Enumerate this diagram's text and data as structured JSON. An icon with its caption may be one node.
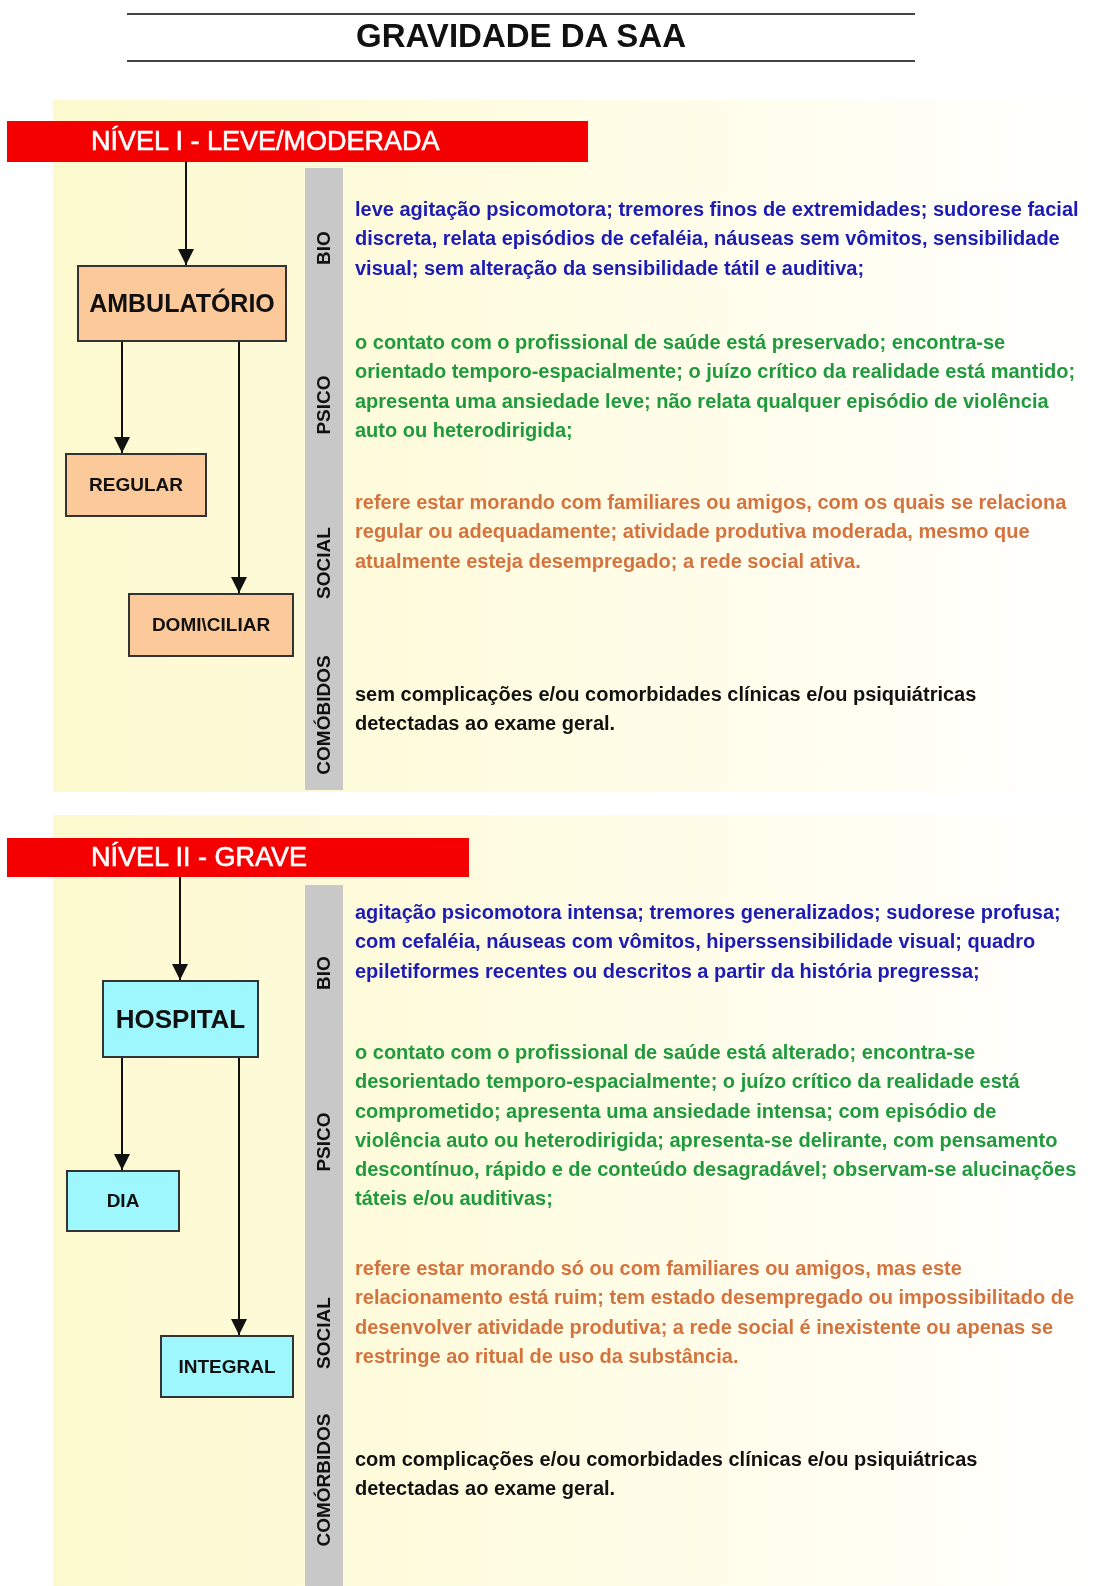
{
  "diagram": {
    "title": "GRAVIDADE DA SAA",
    "nodes": [
      {
        "text": [
          "NÍVEL I - LEVE/MODERADA"
        ]
      },
      {
        "text": [
          "AMBULATÓRIO"
        ]
      },
      {
        "text": [
          "REGULAR"
        ]
      },
      {
        "text": [
          "DOMI\\CILIAR"
        ]
      },
      {
        "text": [
          "NÍVEL II - GRAVE"
        ]
      },
      {
        "text": [
          "HOSPITAL"
        ]
      },
      {
        "text": [
          "DIA"
        ]
      },
      {
        "text": [
          "INTEGRAL"
        ]
      }
    ],
    "edges": [
      {
        "from": 0,
        "to": 1,
        "arrow": "to"
      },
      {
        "from": 1,
        "to": 2,
        "arrow": "to"
      },
      {
        "from": 1,
        "to": 3,
        "arrow": "to"
      },
      {
        "from": 4,
        "to": 5,
        "arrow": "to"
      },
      {
        "from": 5,
        "to": 6,
        "arrow": "to"
      },
      {
        "from": 5,
        "to": 7,
        "arrow": "to"
      }
    ],
    "labels": [
      "BIO",
      "leve agitação psicomotora; tremores finos de extremidades; sudorese facial discreta, relata episódios de cefaléia, náuseas sem vômitos, sensibilidade visual; sem alteração da sensibilidade tátil e auditiva;",
      "PSICO",
      "o contato com o profissional de saúde está preservado; encontra-se orientado temporo-espacialmente; o juízo crítico da realidade está mantido; apresenta uma ansiedade leve; não relata qualquer episódio de violência auto ou heterodirigida;",
      "SOCIAL",
      "refere estar morando com familiares ou amigos, com os quais se relaciona regular ou adequadamente; atividade produtiva moderada, mesmo que atualmente esteja desempregado; a rede social ativa.",
      "COMÓBIDOS",
      "sem complicações e/ou comorbidades clínicas e/ou psiquiátricas detectadas ao exame geral.",
      "BIO",
      "agitação psicomotora intensa; tremores generalizados; sudorese profusa; com cefaléia, náuseas com vômitos, hiperssensibilidade visual; quadro epiletiformes recentes ou descritos a partir da história pregressa;",
      "PSICO",
      "o contato com o profissional de saúde está alterado; encontra-se desorientado temporo-espacialmente; o juízo crítico da realidade está comprometido; apresenta uma ansiedade intensa; com episódio de violência auto ou heterodirigida; apresenta-se delirante, com pensamento descontínuo, rápido e de conteúdo desagradável; observam-se alucinações táteis e/ou auditivas;",
      "SOCIAL",
      "refere estar morando só ou com familiares ou amigos, mas este relacionamento está ruim; tem estado desempregado ou impossibilitado de desenvolver atividade produtiva; a rede social é inexistente ou apenas se restringe ao ritual de uso da substância.",
      "COMÓRBIDOS",
      "com complicações e/ou comorbidades clínicas e/ou psiquiátricas detectadas ao exame geral."
    ]
  }
}
